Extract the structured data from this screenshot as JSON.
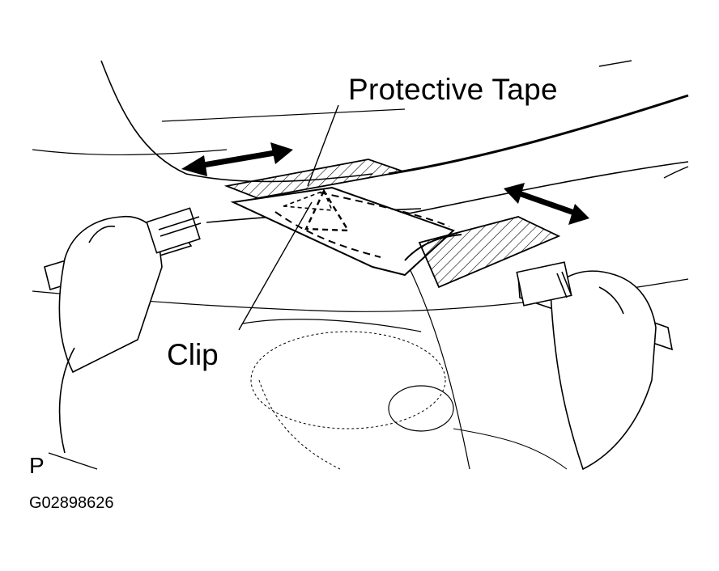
{
  "labels": {
    "protective_tape": "Protective Tape",
    "clip": "Clip",
    "view_code": "P",
    "figure_id": "G02898626"
  },
  "colors": {
    "ink": "#000000",
    "paper": "#ffffff"
  }
}
